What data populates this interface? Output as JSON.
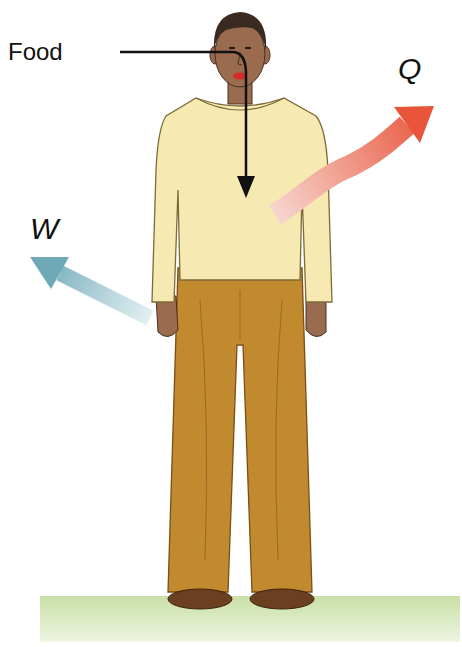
{
  "diagram": {
    "labels": [
      "Food",
      "Q",
      "W"
    ]
  }
}
